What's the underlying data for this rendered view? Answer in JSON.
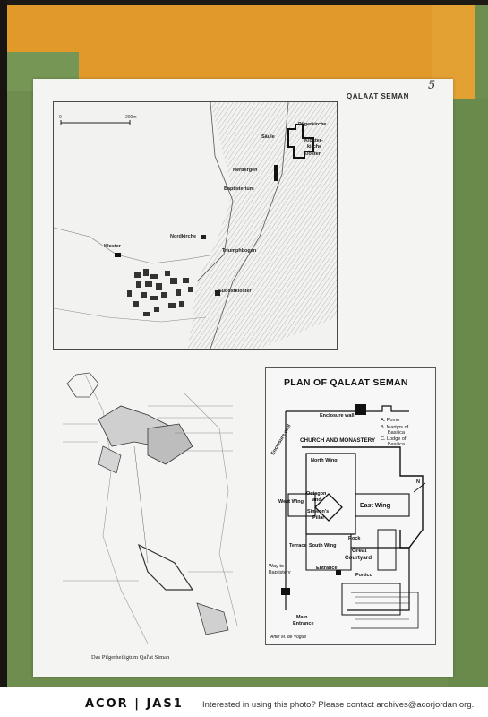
{
  "board": {
    "page_number": "5",
    "heading": "QALAAT SEMAN"
  },
  "site_map": {
    "scale_start": "0",
    "scale_end": "200m",
    "labels": {
      "pilgerkirche": "Pilgerkirche",
      "saule": "Säule",
      "klosterkirche_1": "Kloster-",
      "klosterkirche_2": "kirche",
      "kloster_right": "Kloster",
      "herbergen": "Herbergen",
      "baptisterium": "Baptisterium",
      "kloster_left": "Kloster",
      "nordkirche": "Nordkirche",
      "triumphbogen": "Triumphbogen",
      "sudostkloster": "Südostkloster"
    }
  },
  "isometric_plan": {
    "caption": "Das Pilgerheiligtum Qal'at Siman"
  },
  "plan": {
    "title": "PLAN OF QALAAT SEMAN",
    "labels": {
      "enclosure_wall_top": "Enclosure wall",
      "enclosure_wall_side": "Enclosure wall",
      "legend_a": "A. Pomo",
      "legend_b1": "B. Martyrs of",
      "legend_b2": "Basilica",
      "legend_c1": "C. Lodge of",
      "legend_c2": "Basilica",
      "church_monastery": "CHURCH AND MONASTERY",
      "north_wing": "North Wing",
      "octagon_1": "Octagon",
      "octagon_2": "and",
      "pillar_1": "Simeon's",
      "pillar_2": "Pillar",
      "west_wing": "West Wing",
      "east_wing": "East Wing",
      "south_wing": "South Wing",
      "terrace": "Terrace",
      "rock": "Rock",
      "great_1": "Great",
      "great_2": "Courtyard",
      "entrance": "Entrance",
      "portico": "Portico",
      "way_1": "Way to",
      "way_2": "Baptistery",
      "main_1": "Main",
      "main_2": "Entrance",
      "north_arrow": "N",
      "credit": "After M. de Vogüé"
    }
  },
  "footer": {
    "logo": "ACOR | JAS1",
    "contact": "Interested in using this photo? Please contact archives@acorjordan.org."
  }
}
